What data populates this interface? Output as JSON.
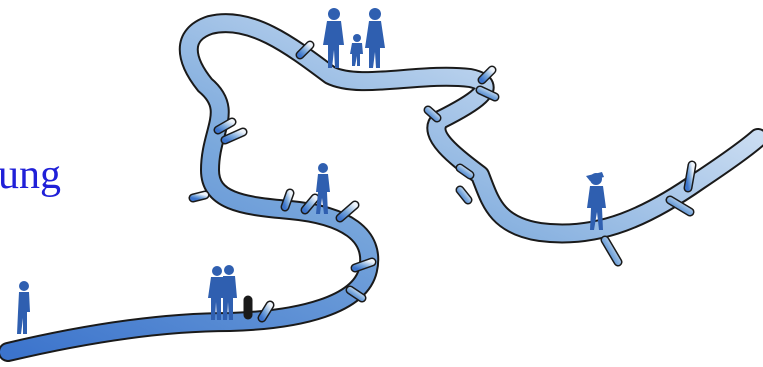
{
  "caption": {
    "text": "ung"
  },
  "colors": {
    "text": "#2020d8",
    "path_dark": "#3c74cc",
    "path_mid": "#7aa8dc",
    "path_light": "#eef4fb",
    "outline": "#1a1a1a",
    "figure": "#2f5fb0"
  },
  "figures": [
    {
      "name": "lone-person-icon",
      "type": "standing person"
    },
    {
      "name": "couple-icon",
      "type": "two people"
    },
    {
      "name": "walking-person-icon",
      "type": "walking person"
    },
    {
      "name": "family-icon",
      "type": "adults with child"
    },
    {
      "name": "lookout-person-icon",
      "type": "person shading eyes"
    }
  ]
}
